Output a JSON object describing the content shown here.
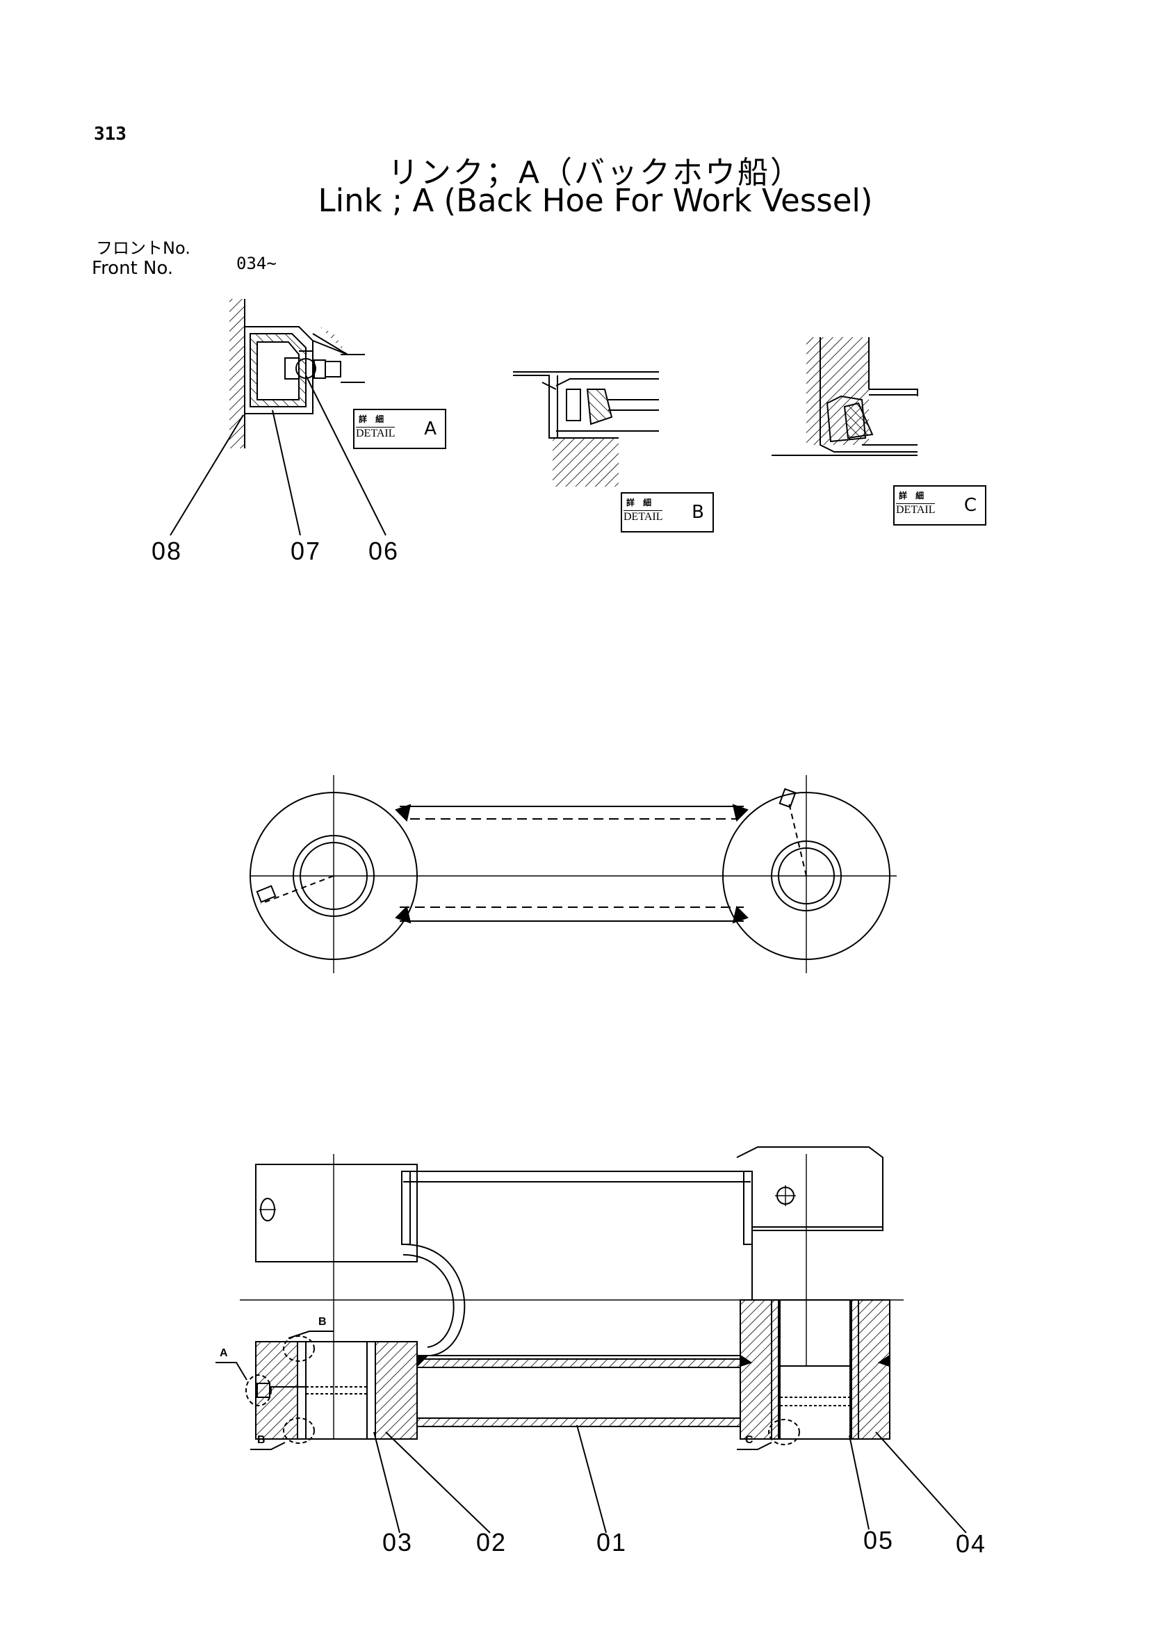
{
  "page_number": "313",
  "title_jp": "リンク；A（バックホウ船）",
  "title_en": "Link ; A (Back Hoe For Work Vessel)",
  "front_label_jp": "フロントNo.",
  "front_label_en": "Front   No.",
  "front_value": "034~",
  "details": [
    {
      "jp": "詳 細",
      "en": "DETAIL",
      "letter": "A"
    },
    {
      "jp": "詳 細",
      "en": "DETAIL",
      "letter": "B"
    },
    {
      "jp": "詳 細",
      "en": "DETAIL",
      "letter": "C"
    }
  ],
  "part_numbers": {
    "p08": "08",
    "p07": "07",
    "p06": "06",
    "p03": "03",
    "p02": "02",
    "p01": "01",
    "p05": "05",
    "p04": "04"
  },
  "section_marks": {
    "b_top": "B",
    "a": "A",
    "b_bottom": "B",
    "c": "C"
  }
}
